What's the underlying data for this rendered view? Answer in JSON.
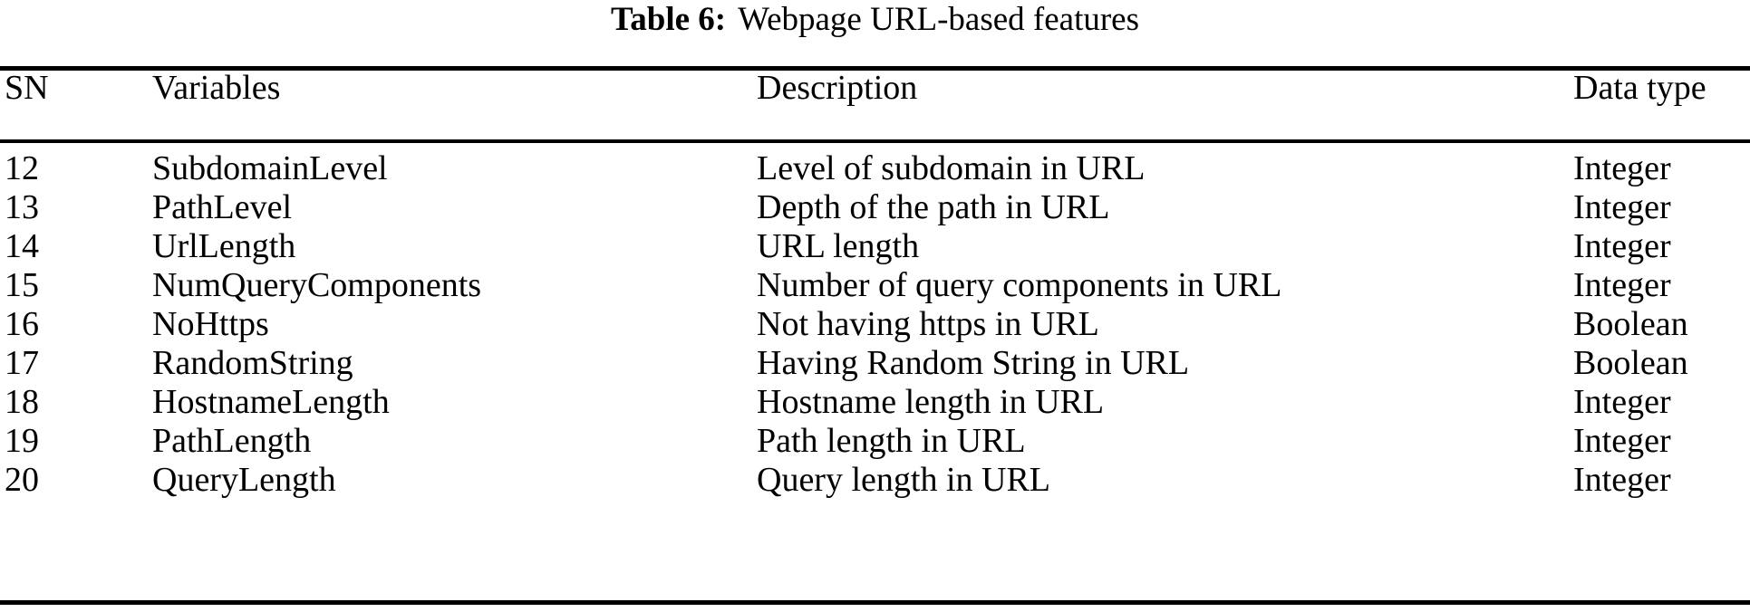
{
  "caption": {
    "label": "Table 6:",
    "text": "Webpage URL-based features"
  },
  "table": {
    "columns": [
      "SN",
      "Variables",
      "Description",
      "Data type"
    ],
    "rows": [
      {
        "sn": "12",
        "variable": "SubdomainLevel",
        "description": "Level of subdomain in URL",
        "datatype": "Integer"
      },
      {
        "sn": "13",
        "variable": "PathLevel",
        "description": "Depth of the path in URL",
        "datatype": "Integer"
      },
      {
        "sn": "14",
        "variable": "UrlLength",
        "description": "URL length",
        "datatype": "Integer"
      },
      {
        "sn": "15",
        "variable": "NumQueryComponents",
        "description": "Number of query components in URL",
        "datatype": "Integer"
      },
      {
        "sn": "16",
        "variable": "NoHttps",
        "description": "Not having https in URL",
        "datatype": "Boolean"
      },
      {
        "sn": "17",
        "variable": "RandomString",
        "description": "Having Random String in URL",
        "datatype": "Boolean"
      },
      {
        "sn": "18",
        "variable": "HostnameLength",
        "description": "Hostname length in URL",
        "datatype": "Integer"
      },
      {
        "sn": "19",
        "variable": "PathLength",
        "description": "Path length in URL",
        "datatype": "Integer"
      },
      {
        "sn": "20",
        "variable": "QueryLength",
        "description": "Query length in URL",
        "datatype": "Integer"
      }
    ]
  },
  "colors": {
    "text": "#000000",
    "background": "#ffffff",
    "rule": "#000000"
  }
}
